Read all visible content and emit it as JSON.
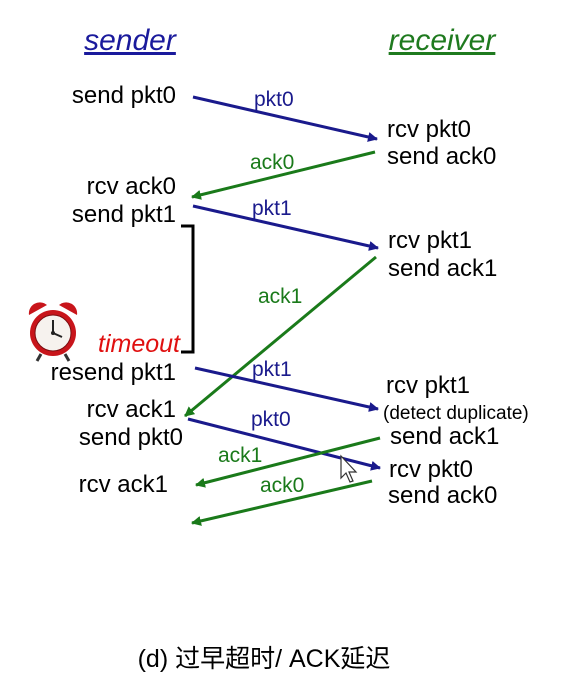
{
  "colors": {
    "sender_header": "#1a1a9c",
    "receiver_header": "#1f7a1f",
    "pkt_arrow": "#1a1a8c",
    "ack_arrow": "#1a7a1a",
    "timeout_text": "#e01010",
    "clock": "#c8151b"
  },
  "header": {
    "sender": "sender",
    "receiver": "receiver"
  },
  "sender_events": {
    "e1": "send pkt0",
    "e2": "rcv ack0",
    "e3": "send pkt1",
    "timeout": "timeout",
    "e4": "resend pkt1",
    "e5": "rcv ack1",
    "e6": "send pkt0",
    "e7": "rcv ack1"
  },
  "receiver_events": {
    "r1": "rcv pkt0",
    "r2": "send ack0",
    "r3": "rcv pkt1",
    "r4": "send ack1",
    "r5": "rcv pkt1",
    "r6": "(detect duplicate)",
    "r7": "send ack1",
    "r8": "rcv pkt0",
    "r9": "send ack0"
  },
  "messages": {
    "m1": "pkt0",
    "m2": "ack0",
    "m3": "pkt1",
    "m4": "ack1",
    "m5": "pkt1",
    "m6": "pkt0",
    "m7": "ack1",
    "m8": "ack0"
  },
  "icons": {
    "clock": "alarm-clock-icon",
    "cursor": "mouse-cursor-icon"
  },
  "caption": "(d) 过早超时/ ACK延迟"
}
